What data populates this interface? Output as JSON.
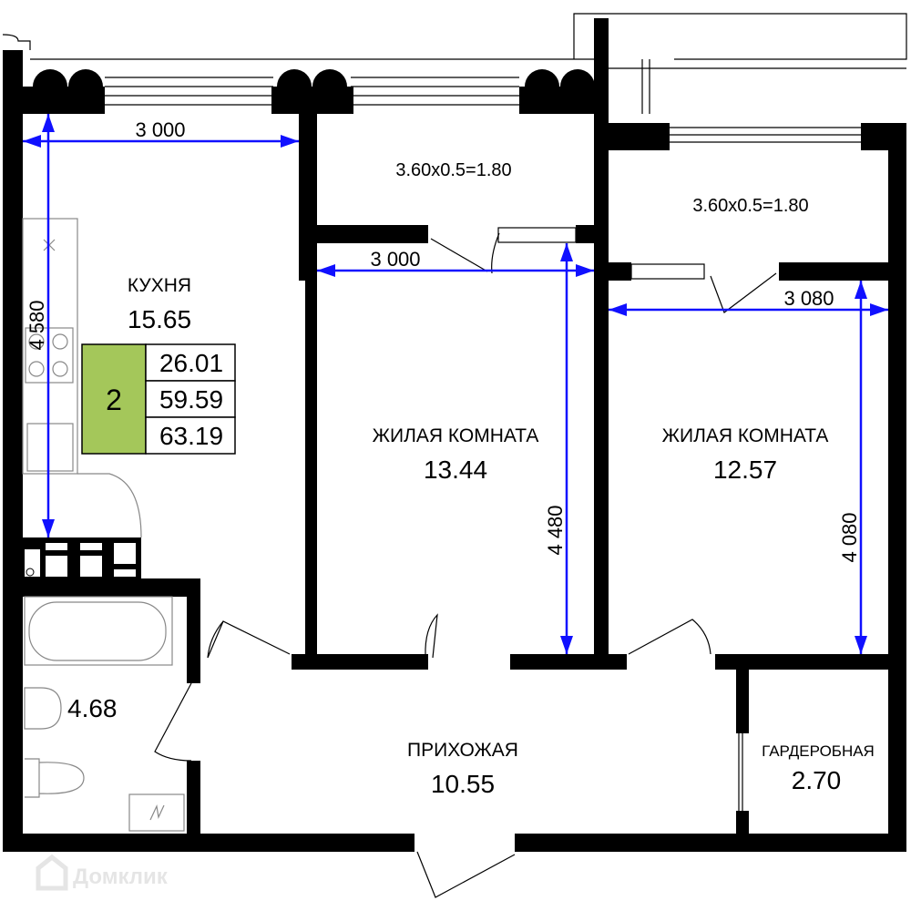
{
  "rooms": {
    "kitchen": {
      "name": "КУХНЯ",
      "area": "15.65"
    },
    "room1": {
      "name": "ЖИЛАЯ КОМНАТА",
      "area": "13.44"
    },
    "room2": {
      "name": "ЖИЛАЯ КОМНАТА",
      "area": "12.57"
    },
    "hall": {
      "name": "ПРИХОЖАЯ",
      "area": "10.55"
    },
    "wardrobe": {
      "name": "ГАРДЕРОБНАЯ",
      "area": "2.70"
    },
    "bathroom": {
      "area": "4.68"
    },
    "balcony1": {
      "area": "3.60x0.5=1.80"
    },
    "balcony2": {
      "area": "3.60x0.5=1.80"
    }
  },
  "summary": {
    "rooms_count": "2",
    "living_area": "26.01",
    "total_area": "59.59",
    "total_with_balcony": "63.19"
  },
  "dimensions": {
    "kitchen_width": "3 000",
    "kitchen_length": "4 580",
    "room1_width": "3 000",
    "room1_length": "4 480",
    "room2_width": "3 080",
    "room2_length": "4 080"
  },
  "watermark": "Домклик",
  "colors": {
    "dimension": "#1010ff",
    "summary_badge": "#a4c75a"
  }
}
